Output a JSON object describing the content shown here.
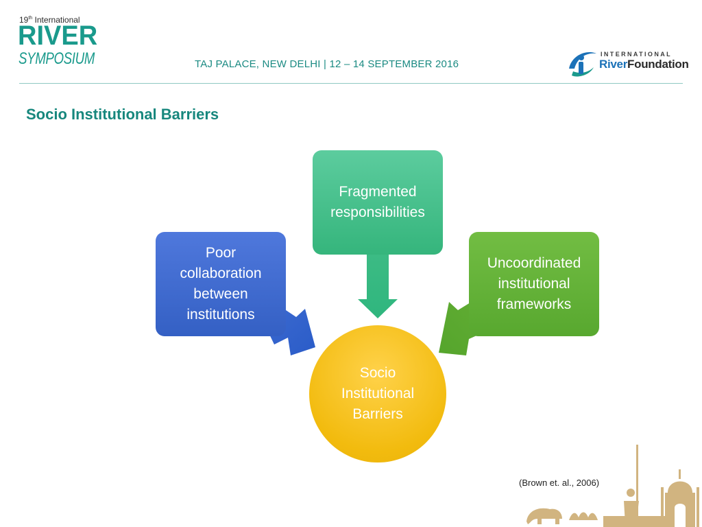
{
  "logo": {
    "line1_num": "19",
    "line1_sup": "th",
    "line1_text": "International",
    "river": "RIVER",
    "symposium": "SYMPOSIUM"
  },
  "header": {
    "venue_date": "TAJ PALACE, NEW DELHI  |  12 – 14 SEPTEMBER 2016"
  },
  "irf_logo": {
    "top": "INTERNATIONAL",
    "bottom_blue": "River",
    "bottom_dark": "Foundation"
  },
  "slide": {
    "title": "Socio Institutional Barriers"
  },
  "diagram": {
    "top_box": "Fragmented responsibilities",
    "left_box": "Poor collaboration between institutions",
    "right_box": "Uncoordinated institutional frameworks",
    "center": "Socio Institutional Barriers"
  },
  "citation": "(Brown et. al., 2006)",
  "colors": {
    "teal": "#17877d",
    "top_box": "#48c18d",
    "left_box": "#416cd0",
    "right_box": "#64b238",
    "center": "#f2bb0e"
  }
}
